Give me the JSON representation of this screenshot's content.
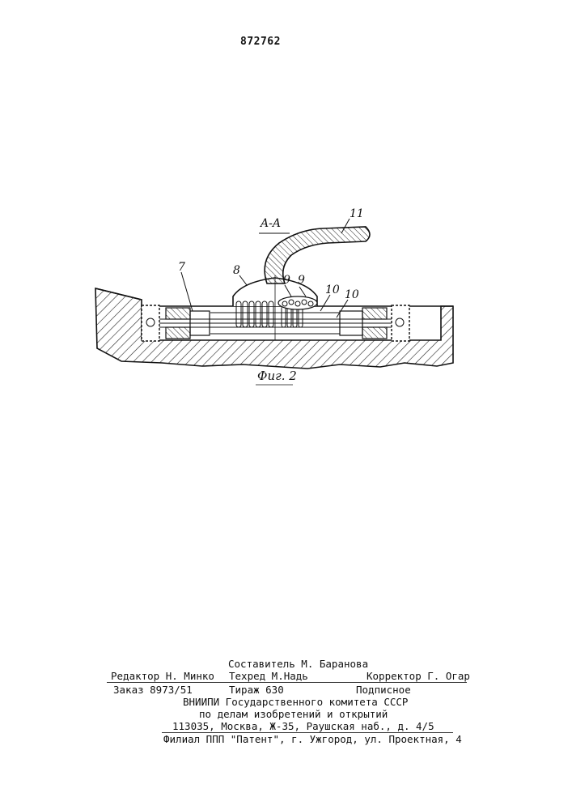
{
  "header": {
    "patent_number": "872762"
  },
  "figure": {
    "section_label": "A-A",
    "caption": "Фиг. 2",
    "callouts": [
      "7",
      "8",
      "9",
      "9",
      "10",
      "10",
      "11"
    ]
  },
  "footer": {
    "compiler": "Составитель М. Баранова",
    "editor": "Редактор Н. Минко",
    "techred": "Техред М.Надь",
    "corrector": "Корректор Г. Огар",
    "order": "Заказ 8973/51",
    "circulation": "Тираж 630",
    "subscription": "Подписное",
    "org_line1": "ВНИИПИ Государственного комитета СССР",
    "org_line2": "по делам изобретений и открытий",
    "address": "113035, Москва, Ж-35, Раушская наб., д. 4/5",
    "branch": "Филиал ППП \"Патент\", г. Ужгород, ул. Проектная, 4"
  }
}
